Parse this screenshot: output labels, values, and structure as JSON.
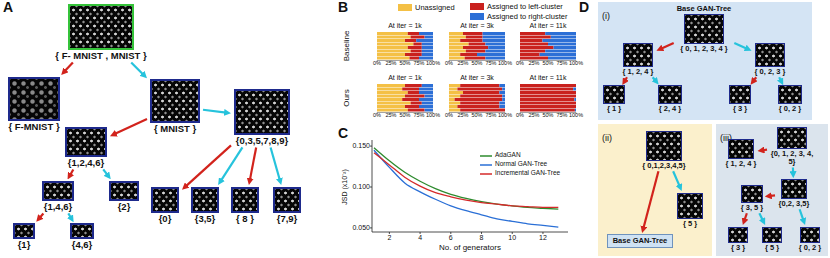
{
  "diagram": {
    "nodes": [
      {
        "text": [
          "{ F- MNIST , MNIST }"
        ]
      },
      {
        "text": [
          "{ F-MNIST }"
        ]
      },
      {
        "text": [
          "{ MNIST }"
        ]
      },
      {
        "text": [
          "{1,2,4,6}"
        ]
      },
      {
        "text": [
          "{0,3,5,7,8,9}"
        ]
      },
      {
        "text": [
          "{1,4,6}"
        ]
      },
      {
        "text": [
          "{2}"
        ]
      },
      {
        "text": [
          "{1}"
        ]
      },
      {
        "text": [
          "{4,6}"
        ]
      },
      {
        "text": [
          "{0}"
        ]
      },
      {
        "text": [
          "{3,5}"
        ]
      },
      {
        "text": [
          "{ 8 }"
        ]
      },
      {
        "text": [
          "{7,9}"
        ]
      },
      {
        "text": [
          "(i)"
        ]
      },
      {
        "text": [
          "Base GAN-Tree",
          "{ 0, 1, 2, 3, 4 }"
        ],
        "in": 13
      },
      {
        "text": [
          "{ 1, 2, 4 }"
        ],
        "in": 13
      },
      {
        "text": [
          "{ 0, 2, 3 }"
        ],
        "in": 13
      },
      {
        "text": [
          "{ 1 }"
        ],
        "in": 13
      },
      {
        "text": [
          "{ 2, 4 }"
        ],
        "in": 13
      },
      {
        "text": [
          "{ 3 }"
        ],
        "in": 13
      },
      {
        "text": [
          "{ 0, 2 }"
        ],
        "in": 13
      },
      {
        "text": [
          "(ii)"
        ]
      },
      {
        "text": [
          "{ 0,1,2,3,4,5}"
        ],
        "in": 21
      },
      {
        "text": [
          "Base GAN-Tree"
        ],
        "in": 21
      },
      {
        "text": [
          "{ 5 }"
        ],
        "in": 21
      },
      {
        "text": [
          "(iii)"
        ]
      },
      {
        "text": [
          "{0, 1, 2, 3, 4, 5}"
        ],
        "in": 25
      },
      {
        "text": [
          "{ 1, 2, 4 }"
        ],
        "in": 25
      },
      {
        "text": [
          "{0,2, 3,5}"
        ],
        "in": 25
      },
      {
        "text": [
          "{ 3, 5 }"
        ],
        "in": 25
      },
      {
        "text": [
          "{ 0, 2 }"
        ],
        "in": 25
      },
      {
        "text": [
          "{ 3 }"
        ],
        "in": 25
      },
      {
        "text": [
          "{ 5 }"
        ],
        "in": 25
      }
    ],
    "edges": [
      {
        "from": 0,
        "to": 1,
        "arrow": "to"
      },
      {
        "from": 0,
        "to": 2,
        "arrow": "to"
      },
      {
        "from": 2,
        "to": 3,
        "arrow": "to"
      },
      {
        "from": 2,
        "to": 4,
        "arrow": "to"
      },
      {
        "from": 3,
        "to": 5,
        "arrow": "to"
      },
      {
        "from": 3,
        "to": 6,
        "arrow": "to"
      },
      {
        "from": 5,
        "to": 7,
        "arrow": "to"
      },
      {
        "from": 5,
        "to": 8,
        "arrow": "to"
      },
      {
        "from": 4,
        "to": 9,
        "arrow": "to"
      },
      {
        "from": 4,
        "to": 10,
        "arrow": "to"
      },
      {
        "from": 4,
        "to": 11,
        "arrow": "to"
      },
      {
        "from": 4,
        "to": 12,
        "arrow": "to"
      },
      {
        "from": 14,
        "to": 15,
        "arrow": "to"
      },
      {
        "from": 14,
        "to": 16,
        "arrow": "to"
      },
      {
        "from": 15,
        "to": 17,
        "arrow": "to"
      },
      {
        "from": 15,
        "to": 18,
        "arrow": "to"
      },
      {
        "from": 16,
        "to": 19,
        "arrow": "to"
      },
      {
        "from": 16,
        "to": 20,
        "arrow": "to"
      },
      {
        "from": 22,
        "to": 23,
        "arrow": "to"
      },
      {
        "from": 22,
        "to": 24,
        "arrow": "to"
      },
      {
        "from": 26,
        "to": 27,
        "arrow": "to"
      },
      {
        "from": 26,
        "to": 28,
        "arrow": "to"
      },
      {
        "from": 28,
        "to": 29,
        "arrow": "to"
      },
      {
        "from": 28,
        "to": 30,
        "arrow": "to"
      },
      {
        "from": 29,
        "to": 31,
        "arrow": "to"
      },
      {
        "from": 29,
        "to": 32,
        "arrow": "to"
      }
    ],
    "labels": [
      "A",
      "B",
      "C",
      "D",
      "Baseline",
      "Ours",
      "At iter = 1k",
      "At iter = 3k",
      "At iter = 11k",
      "0%",
      "25%",
      "50%",
      "75%",
      "100%",
      "0%",
      "25%",
      "50%",
      "75%",
      "100%",
      "0%",
      "25%",
      "50%",
      "75%",
      "100%",
      "At iter = 1k",
      "At iter = 3k",
      "At iter = 11k",
      "0%",
      "25%",
      "50%",
      "75%",
      "100%",
      "0%",
      "25%",
      "50%",
      "75%",
      "100%",
      "0%",
      "25%",
      "50%",
      "75%",
      "100%",
      "JSD (x10⁻²)",
      "0.150",
      "0.100",
      "0.050",
      "2",
      "4",
      "6",
      "8",
      "10",
      "12",
      "No. of generators"
    ],
    "legend": [
      {
        "text": "Unassigned",
        "color": "#f4c045"
      },
      {
        "text": "Assigned to left-cluster",
        "color": "#c9211e"
      },
      {
        "text": "Assigned to right-cluster",
        "color": "#2c6fd6"
      },
      {
        "text": "AdaGAN"
      },
      {
        "text": "Normal GAN-Tree"
      },
      {
        "text": "Incremental GAN-Tree"
      }
    ]
  }
}
